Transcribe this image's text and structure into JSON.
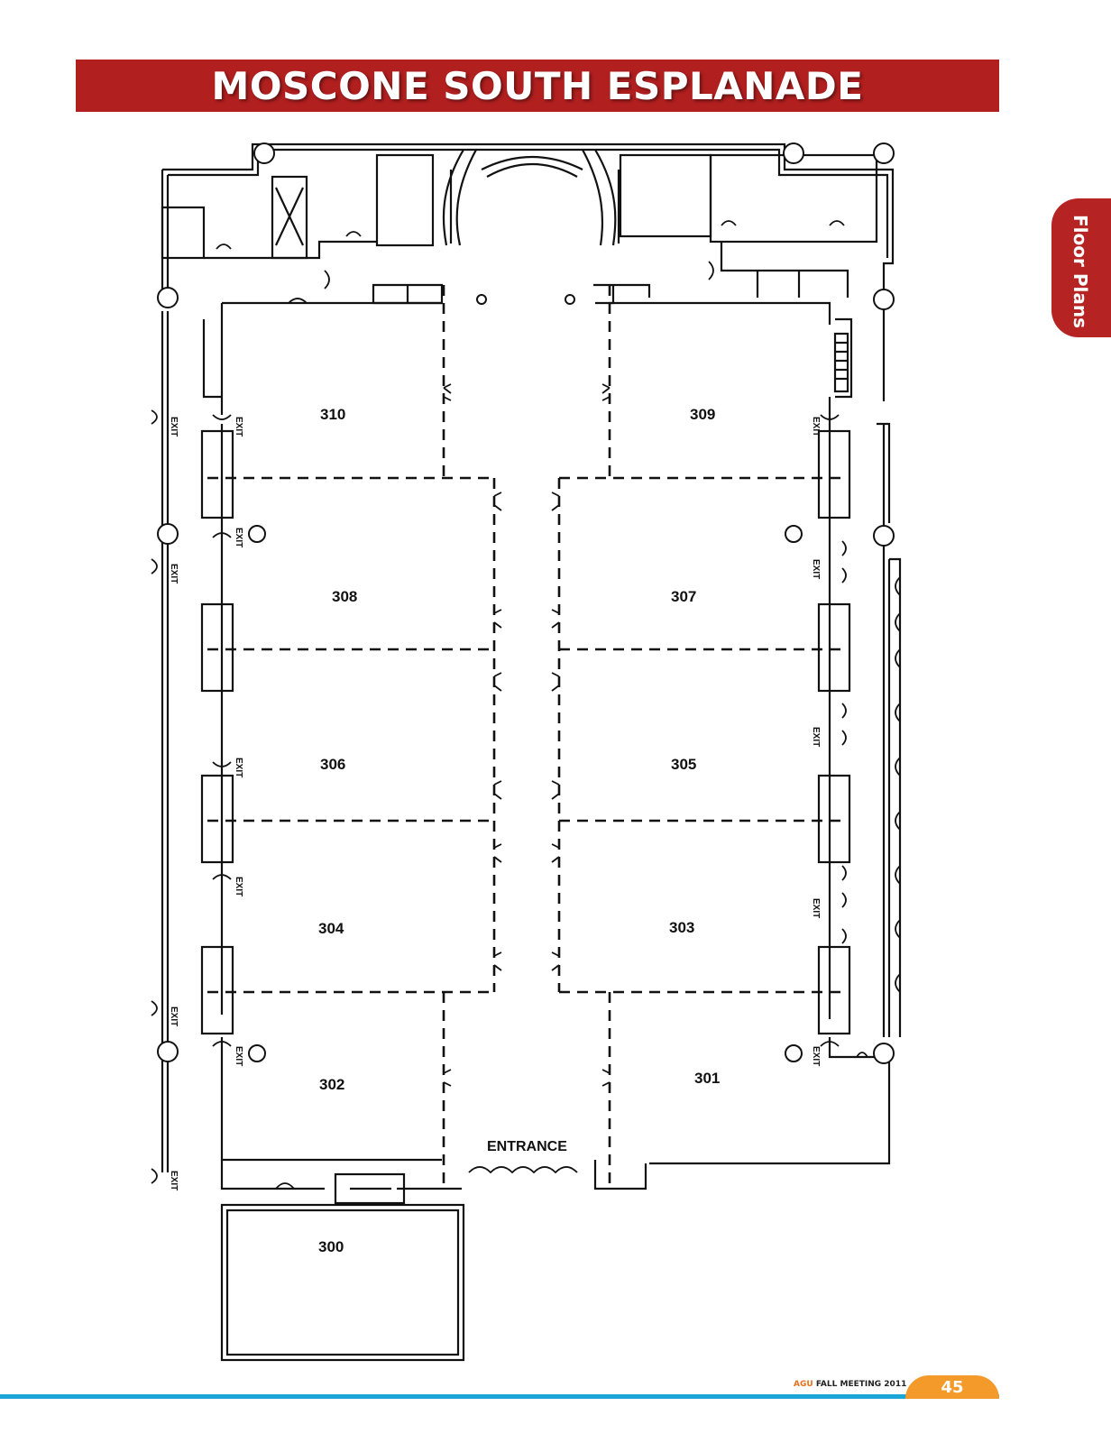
{
  "title": "MOSCONE SOUTH ESPLANADE",
  "side_tab": "Floor Plans",
  "rooms": [
    {
      "id": "310",
      "label": "310"
    },
    {
      "id": "309",
      "label": "309"
    },
    {
      "id": "308",
      "label": "308"
    },
    {
      "id": "307",
      "label": "307"
    },
    {
      "id": "306",
      "label": "306"
    },
    {
      "id": "305",
      "label": "305"
    },
    {
      "id": "304",
      "label": "304"
    },
    {
      "id": "303",
      "label": "303"
    },
    {
      "id": "302",
      "label": "302"
    },
    {
      "id": "301",
      "label": "301"
    },
    {
      "id": "300",
      "label": "300"
    }
  ],
  "entrance_label": "ENTRANCE",
  "exit_label": "EXIT",
  "footer": {
    "brand": "AGU",
    "event": "FALL MEETING 2011",
    "page_number": "45"
  },
  "colors": {
    "banner": "#b11f1f",
    "side_tab": "#b62323",
    "footer_line": "#1aa6d6",
    "page_tab": "#f39a2a",
    "brand": "#e86f1c"
  }
}
